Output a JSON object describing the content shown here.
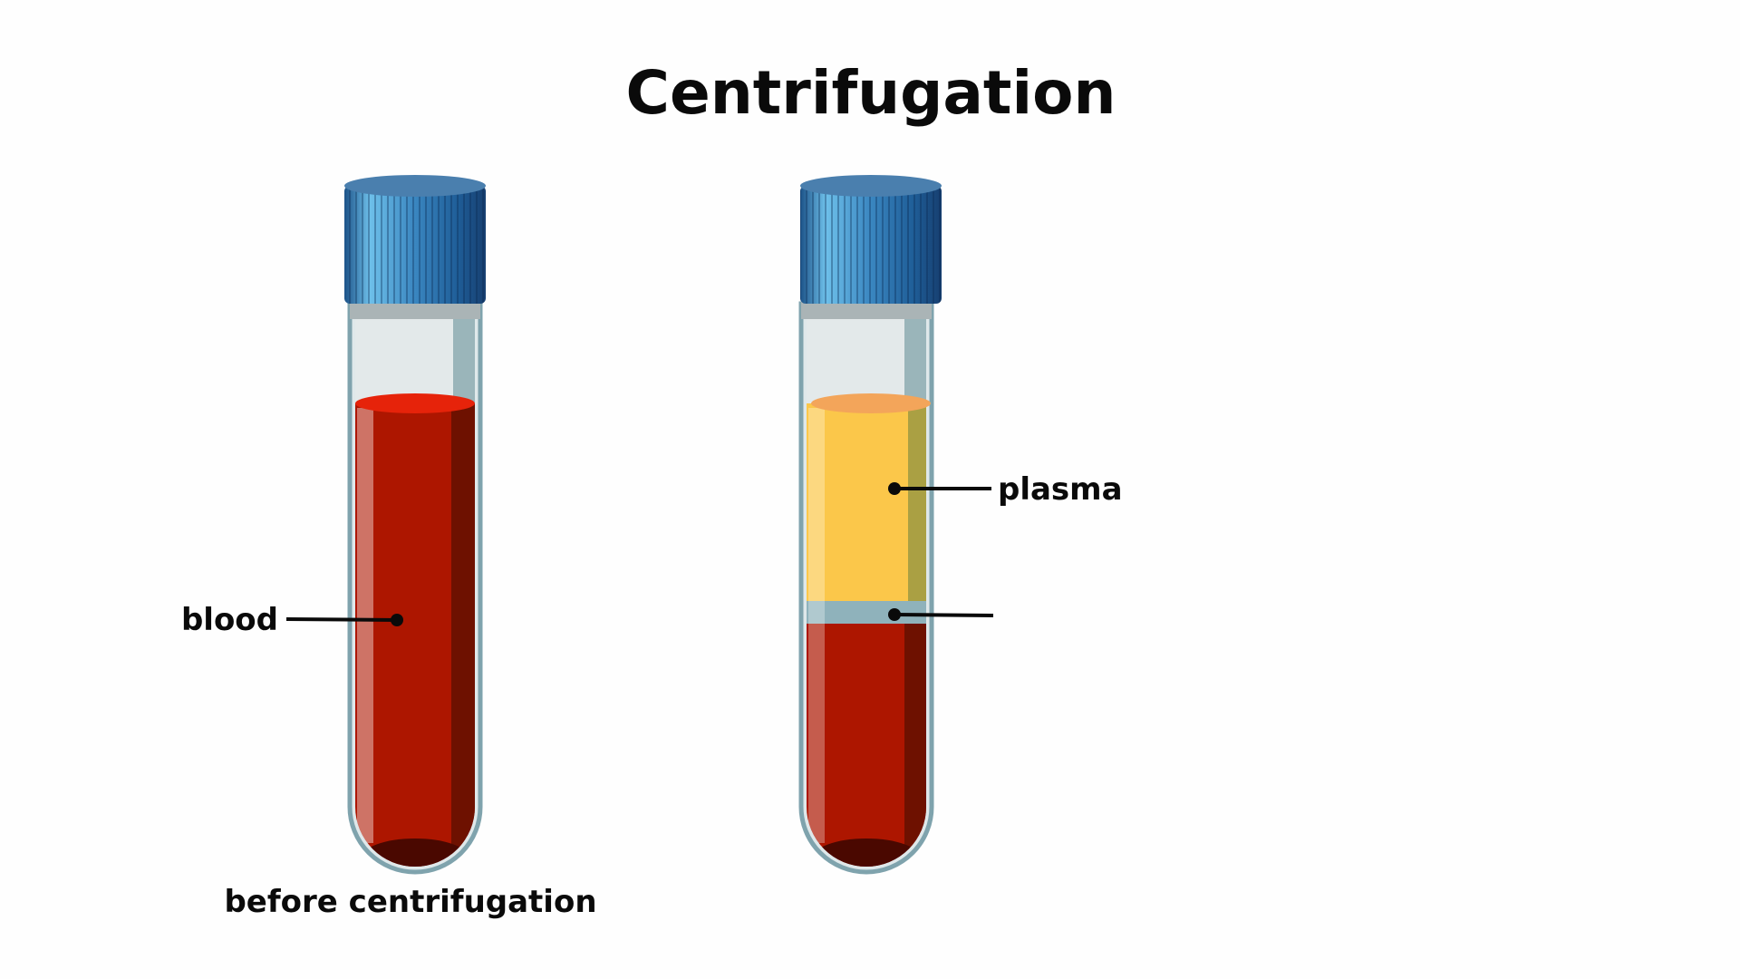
{
  "title": "Centrifugation",
  "tubes": [
    {
      "caption": "before centrifugation",
      "labels": {
        "blood": "blood"
      }
    },
    {
      "caption": "",
      "labels": {
        "plasma": "plasma"
      }
    }
  ],
  "colors": {
    "cap": "#2f6fa8",
    "blood": "#ad1600",
    "plasma": "#fbc74a",
    "buffy_coat": "#8fb2bb",
    "glass": "#dfe8ea"
  }
}
